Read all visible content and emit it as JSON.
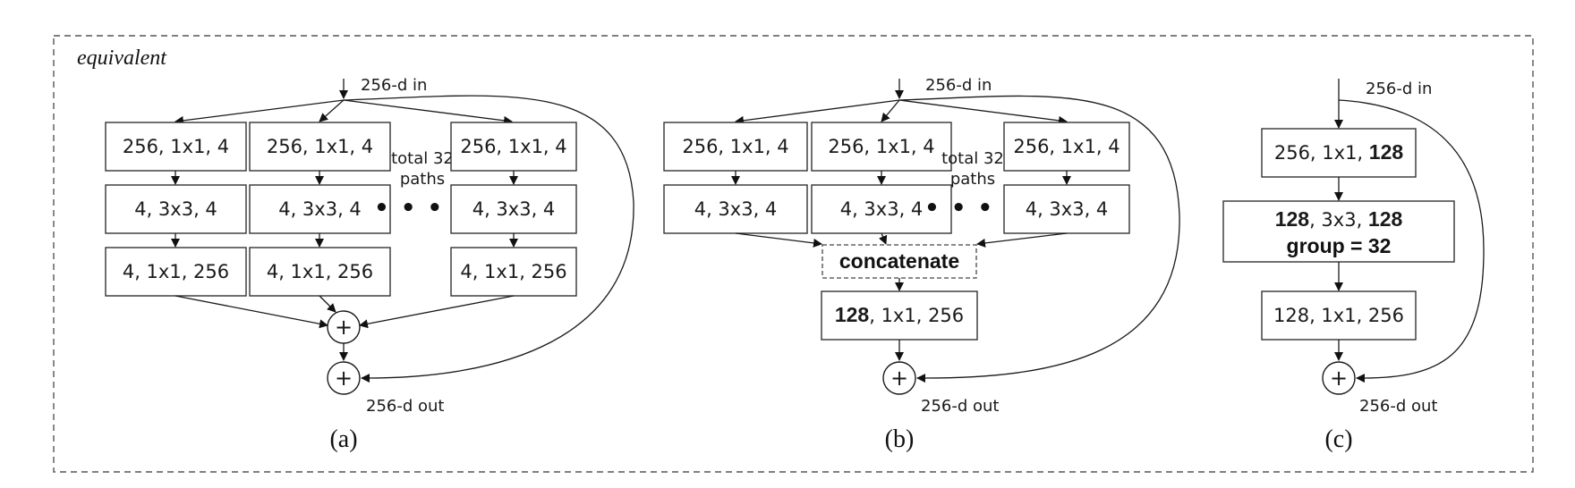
{
  "frame_label": "equivalent",
  "panels": {
    "a": {
      "caption": "(a)",
      "input_label": "256-d in",
      "output_label": "256-d out",
      "paths_note_line1": "total 32",
      "paths_note_line2": "paths",
      "ellipsis": "• • • •",
      "plus": "+",
      "rows": [
        "256, 1x1, 4",
        "4, 3x3, 4",
        "4, 1x1, 256"
      ]
    },
    "b": {
      "caption": "(b)",
      "input_label": "256-d in",
      "output_label": "256-d out",
      "paths_note_line1": "total 32",
      "paths_note_line2": "paths",
      "ellipsis": "• • • •",
      "plus": "+",
      "rows": [
        "256, 1x1, 4",
        "4, 3x3, 4"
      ],
      "concat_label": "concatenate",
      "final_bold": "128",
      "final_rest": ", 1x1, 256"
    },
    "c": {
      "caption": "(c)",
      "input_label": "256-d in",
      "output_label": "256-d out",
      "plus": "+",
      "box1_plain": "256, 1x1, ",
      "box1_bold": "128",
      "box2_bold_a": "128",
      "box2_plain": ", 3x3, ",
      "box2_bold_b": "128",
      "box2_line2": "group = 32",
      "box3": "128, 1x1, 256"
    }
  }
}
